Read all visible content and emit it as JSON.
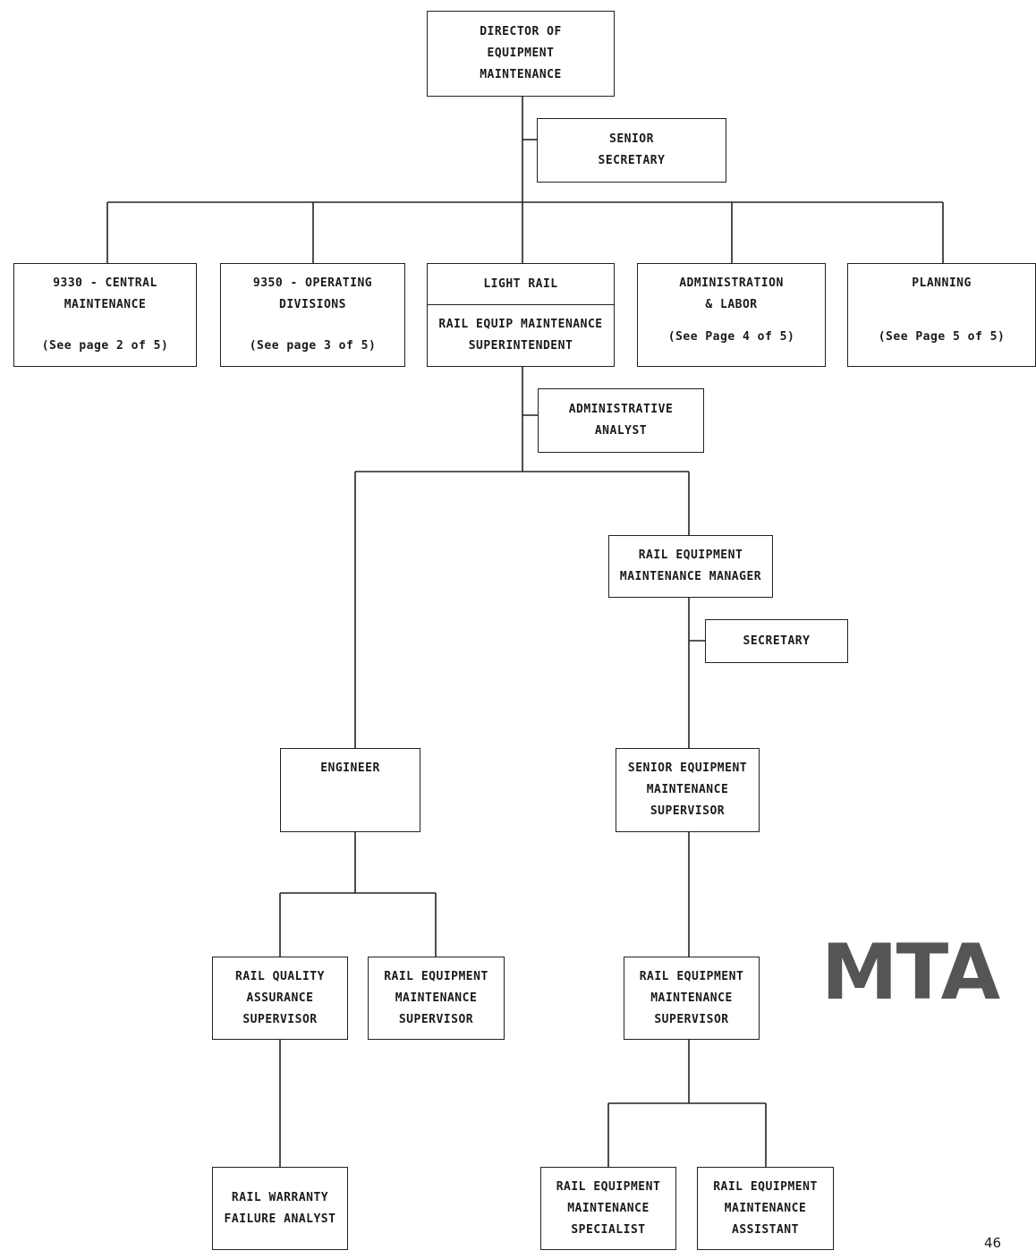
{
  "boxes": {
    "director": "DIRECTOR OF\nEQUIPMENT\nMAINTENANCE",
    "senior_secretary": "SENIOR\nSECRETARY",
    "central_maintenance": {
      "title": "9330 - CENTRAL\nMAINTENANCE",
      "ref": "(See page 2 of 5)"
    },
    "operating_divisions": {
      "title": "9350 - OPERATING\nDIVISIONS",
      "ref": "(See page 3 of 5)"
    },
    "light_rail": {
      "title": "LIGHT RAIL",
      "subtitle": "RAIL EQUIP MAINTENANCE\nSUPERINTENDENT"
    },
    "administration_labor": {
      "title": "ADMINISTRATION\n& LABOR",
      "ref": "(See Page 4 of 5)"
    },
    "planning": {
      "title": "PLANNING",
      "ref": "(See Page 5 of 5)"
    },
    "administrative_analyst": "ADMINISTRATIVE\nANALYST",
    "rail_equipment_maintenance_manager": "RAIL EQUIPMENT\nMAINTENANCE MANAGER",
    "secretary": "SECRETARY",
    "engineer": "ENGINEER",
    "senior_equipment_maintenance_supervisor": "SENIOR EQUIPMENT\nMAINTENANCE\nSUPERVISOR",
    "rail_quality_assurance_supervisor": "RAIL QUALITY\nASSURANCE\nSUPERVISOR",
    "rail_equipment_maintenance_supervisor_left": "RAIL EQUIPMENT\nMAINTENANCE\nSUPERVISOR",
    "rail_equipment_maintenance_supervisor_right": "RAIL EQUIPMENT\nMAINTENANCE\nSUPERVISOR",
    "rail_warranty_failure_analyst": "RAIL WARRANTY\nFAILURE ANALYST",
    "rail_equipment_maintenance_specialist": "RAIL EQUIPMENT\nMAINTENANCE\nSPECIALIST",
    "rail_equipment_maintenance_assistant": "RAIL EQUIPMENT\nMAINTENANCE\nASSISTANT"
  },
  "logo_text": "MTA",
  "page_number": "46"
}
